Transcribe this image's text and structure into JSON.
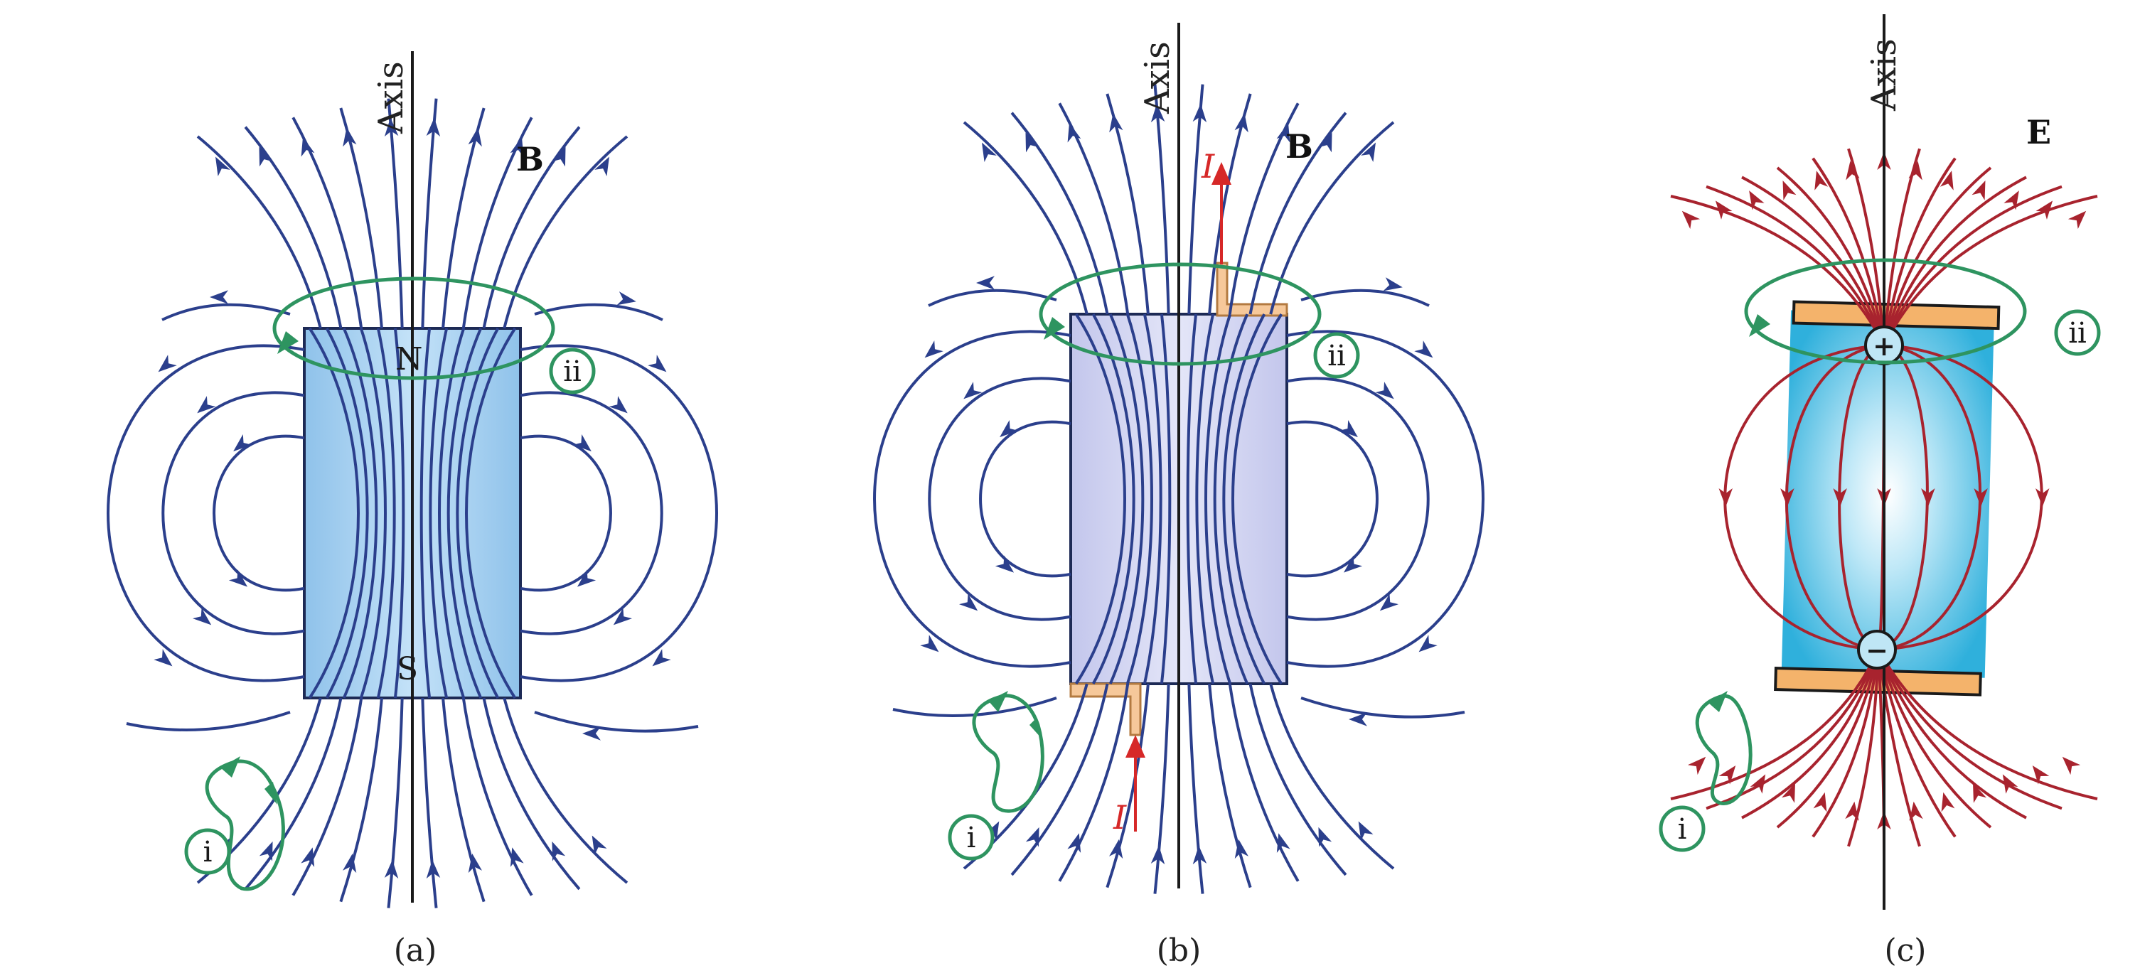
{
  "panels": [
    {
      "id": "a",
      "axis_label": "Axis",
      "field_label": "B",
      "north_label": "N",
      "south_label": "S",
      "loop_i_label": "i",
      "loop_ii_label": "ii",
      "caption": "(a)"
    },
    {
      "id": "b",
      "axis_label": "Axis",
      "field_label": "B",
      "current_top_label": "I",
      "current_bottom_label": "I",
      "loop_i_label": "i",
      "loop_ii_label": "ii",
      "caption": "(b)"
    },
    {
      "id": "c",
      "axis_label": "Axis",
      "field_label": "E",
      "plus_label": "+",
      "minus_label": "−",
      "loop_i_label": "i",
      "loop_ii_label": "ii",
      "caption": "(c)"
    }
  ],
  "colors": {
    "magnetic_field": "#2b3f8c",
    "electric_field": "#a8232e",
    "loop": "#2e9460",
    "current": "#d62828",
    "magnet_fill": "#a9d3f2",
    "solenoid_fill": "#d4d6f2",
    "capacitor_fill": "#3ab6e0",
    "plate_fill": "#f4b36b"
  }
}
